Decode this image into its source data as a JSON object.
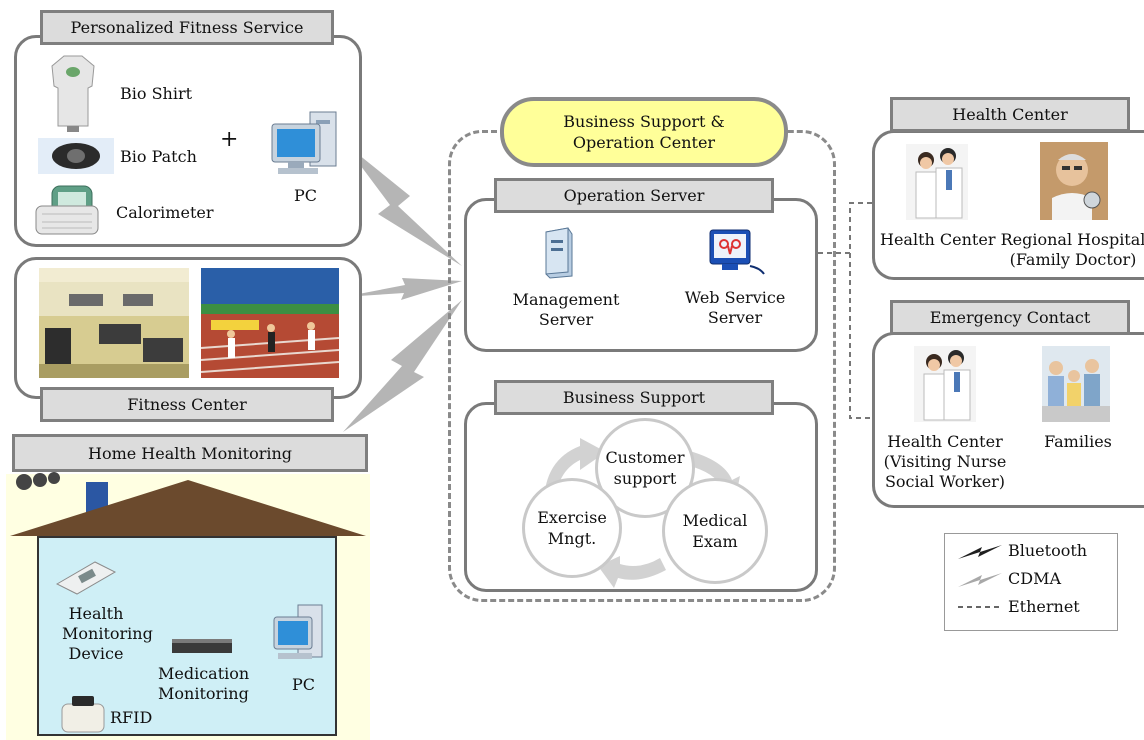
{
  "fitness_service": {
    "title": "Personalized Fitness Service",
    "bio_shirt": "Bio Shirt",
    "bio_patch": "Bio Patch",
    "calorimeter": "Calorimeter",
    "plus": "+",
    "pc": "PC"
  },
  "fitness_center": {
    "title": "Fitness Center"
  },
  "home_health": {
    "title": "Home Health Monitoring",
    "health_monitoring_device": [
      "Health",
      "Monitoring",
      "Device"
    ],
    "medication_monitoring": [
      "Medication",
      "Monitoring"
    ],
    "pc": "PC",
    "rfid": "RFID"
  },
  "bsoc": {
    "title": [
      "Business Support &",
      "Operation Center"
    ],
    "operation_server": {
      "title": "Operation Server",
      "management_server": [
        "Management",
        "Server"
      ],
      "web_service_server": [
        "Web Service",
        "Server"
      ]
    },
    "business_support": {
      "title": "Business Support",
      "customer_support": [
        "Customer",
        "support"
      ],
      "medical_exam": [
        "Medical",
        "Exam"
      ],
      "exercise_mngt": [
        "Exercise",
        "Mngt."
      ]
    }
  },
  "health_center_panel": {
    "title": "Health Center",
    "health_center": "Health Center",
    "regional_hospital": [
      "Regional Hospital",
      "(Family Doctor)"
    ]
  },
  "emergency_contact": {
    "title": "Emergency Contact",
    "health_center": [
      "Health Center",
      "(Visiting Nurse",
      "Social Worker)"
    ],
    "families": "Families"
  },
  "legend": {
    "bluetooth": "Bluetooth",
    "cdma": "CDMA",
    "ethernet": "Ethernet"
  },
  "colors": {
    "panel_border": "#7a7a7a",
    "tab_fill": "#dcdcdc",
    "bsoc_header_fill": "#ffff99",
    "home_wall_fill": "#cfeff6",
    "roof_fill": "#6b4a2d",
    "cycle_gray": "#cfcfcf"
  }
}
